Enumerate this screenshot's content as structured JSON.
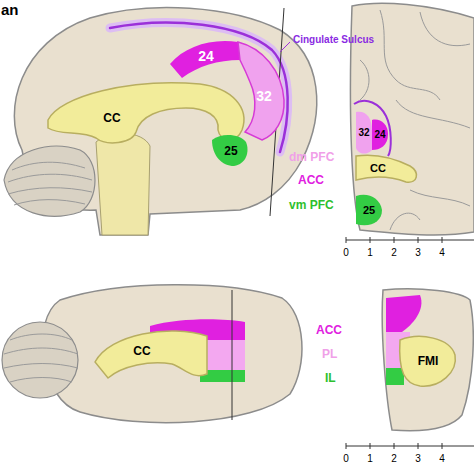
{
  "diagram": {
    "nodes": [
      {
        "text": [
          "24"
        ]
      },
      {
        "text": [
          "32"
        ]
      },
      {
        "text": [
          "CC"
        ]
      },
      {
        "text": [
          "25"
        ]
      },
      {
        "text": [
          "32"
        ]
      },
      {
        "text": [
          "24"
        ]
      },
      {
        "text": [
          "CC"
        ]
      },
      {
        "text": [
          "25"
        ]
      },
      {
        "text": [
          "CC"
        ]
      },
      {
        "text": [
          "FMI"
        ]
      }
    ],
    "labels": [
      "an",
      "Cingulate Sulcus",
      "dm PFC",
      "ACC",
      "vm PFC",
      "0",
      "1",
      "2",
      "3",
      "4",
      "ACC",
      "PL",
      "IL",
      "0",
      "1",
      "2",
      "3",
      "4"
    ]
  }
}
